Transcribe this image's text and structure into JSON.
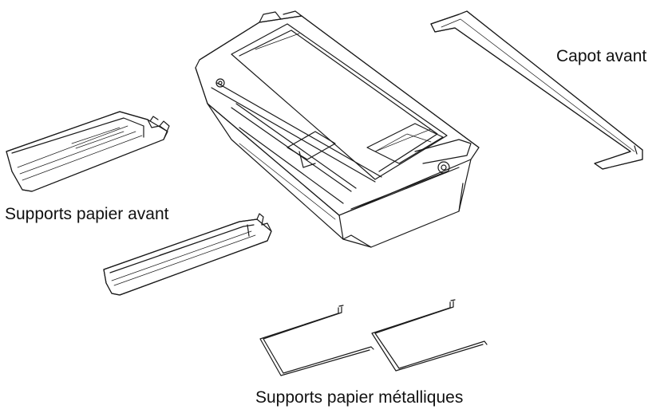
{
  "labels": {
    "front_cover": "Capot avant",
    "front_paper_supports": "Supports papier avant",
    "metal_paper_supports": "Supports papier métalliques"
  },
  "colors": {
    "line": "#1a1a1a",
    "background": "#ffffff"
  }
}
